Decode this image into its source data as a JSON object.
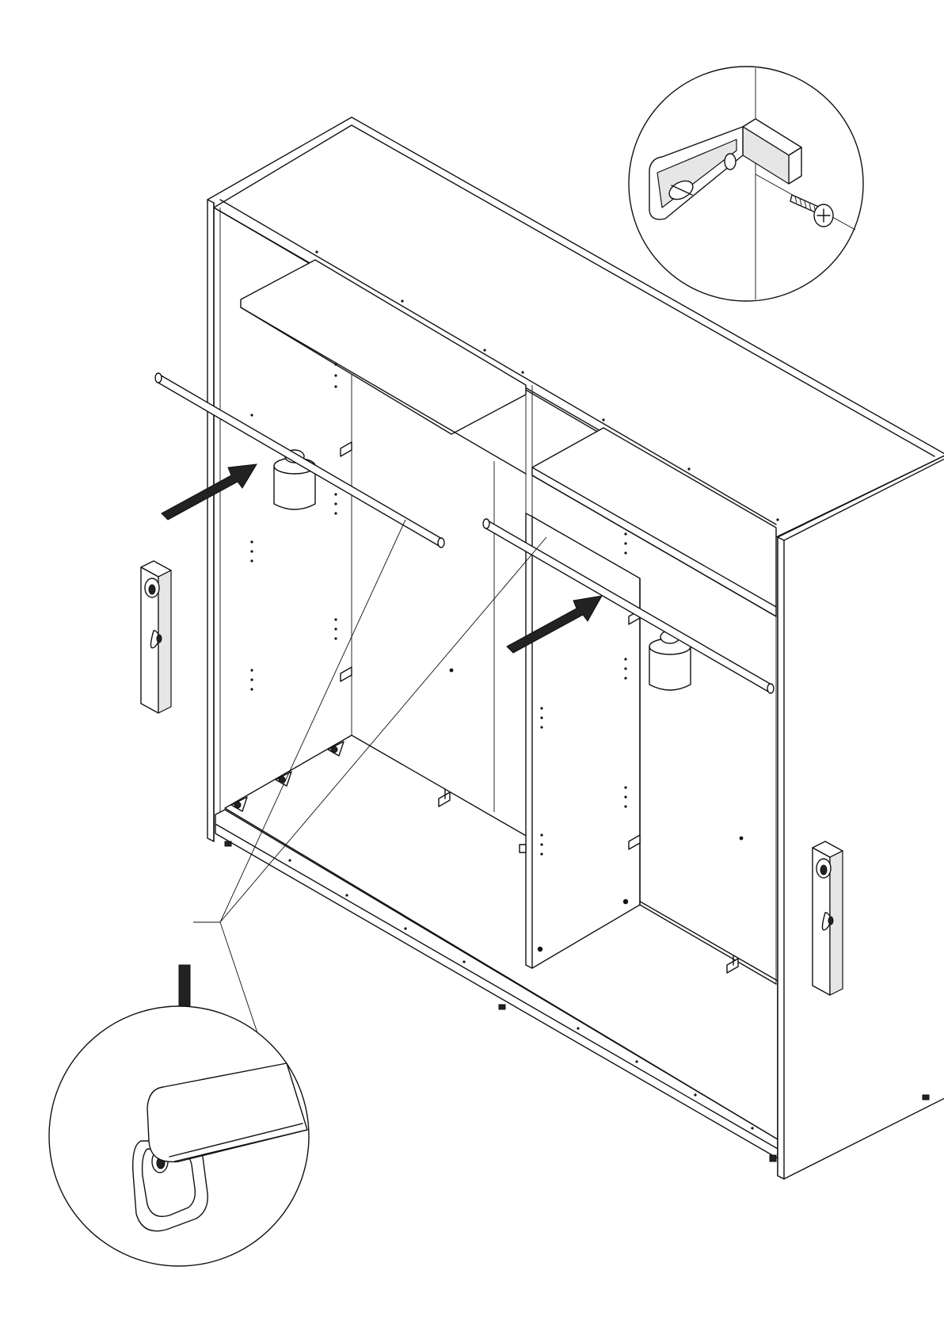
{
  "diagram": {
    "kind": "assembly-instruction",
    "subject": "wardrobe-carcass",
    "hanging_rails": 2,
    "rail_support_brackets": 2,
    "detail_callouts": [
      "shelf-support-with-screw",
      "rail-end-in-holder"
    ],
    "colors": {
      "line": "#111111",
      "background": "#ffffff",
      "arrow": "#111111"
    },
    "icons": [
      "arrow-right-icon",
      "arrow-down-icon",
      "screw-icon"
    ]
  }
}
